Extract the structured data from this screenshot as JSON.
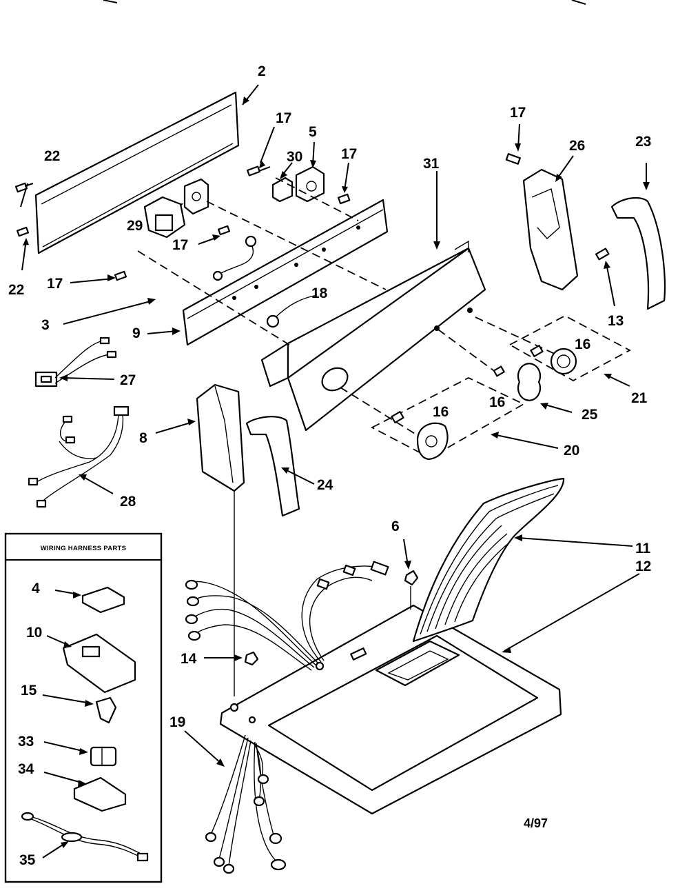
{
  "wiring_box": {
    "title": "WIRING HARNESS PARTS"
  },
  "callouts": {
    "c2": "2",
    "c22a": "22",
    "c22b": "22",
    "c29": "29",
    "c17a": "17",
    "c17b": "17",
    "c17c": "17",
    "c17d": "17",
    "c17e": "17",
    "c30": "30",
    "c5": "5",
    "c31": "31",
    "c3": "3",
    "c9": "9",
    "c18": "18",
    "c26": "26",
    "c23": "23",
    "c13": "13",
    "c16a": "16",
    "c16b": "16",
    "c16c": "16",
    "c21": "21",
    "c25": "25",
    "c20": "20",
    "c27": "27",
    "c28": "28",
    "c8": "8",
    "c24": "24",
    "c6": "6",
    "c11": "11",
    "c12": "12",
    "c14": "14",
    "c19": "19",
    "c4": "4",
    "c10": "10",
    "c15": "15",
    "c33": "33",
    "c34": "34",
    "c35": "35"
  },
  "date_code": "4/97"
}
